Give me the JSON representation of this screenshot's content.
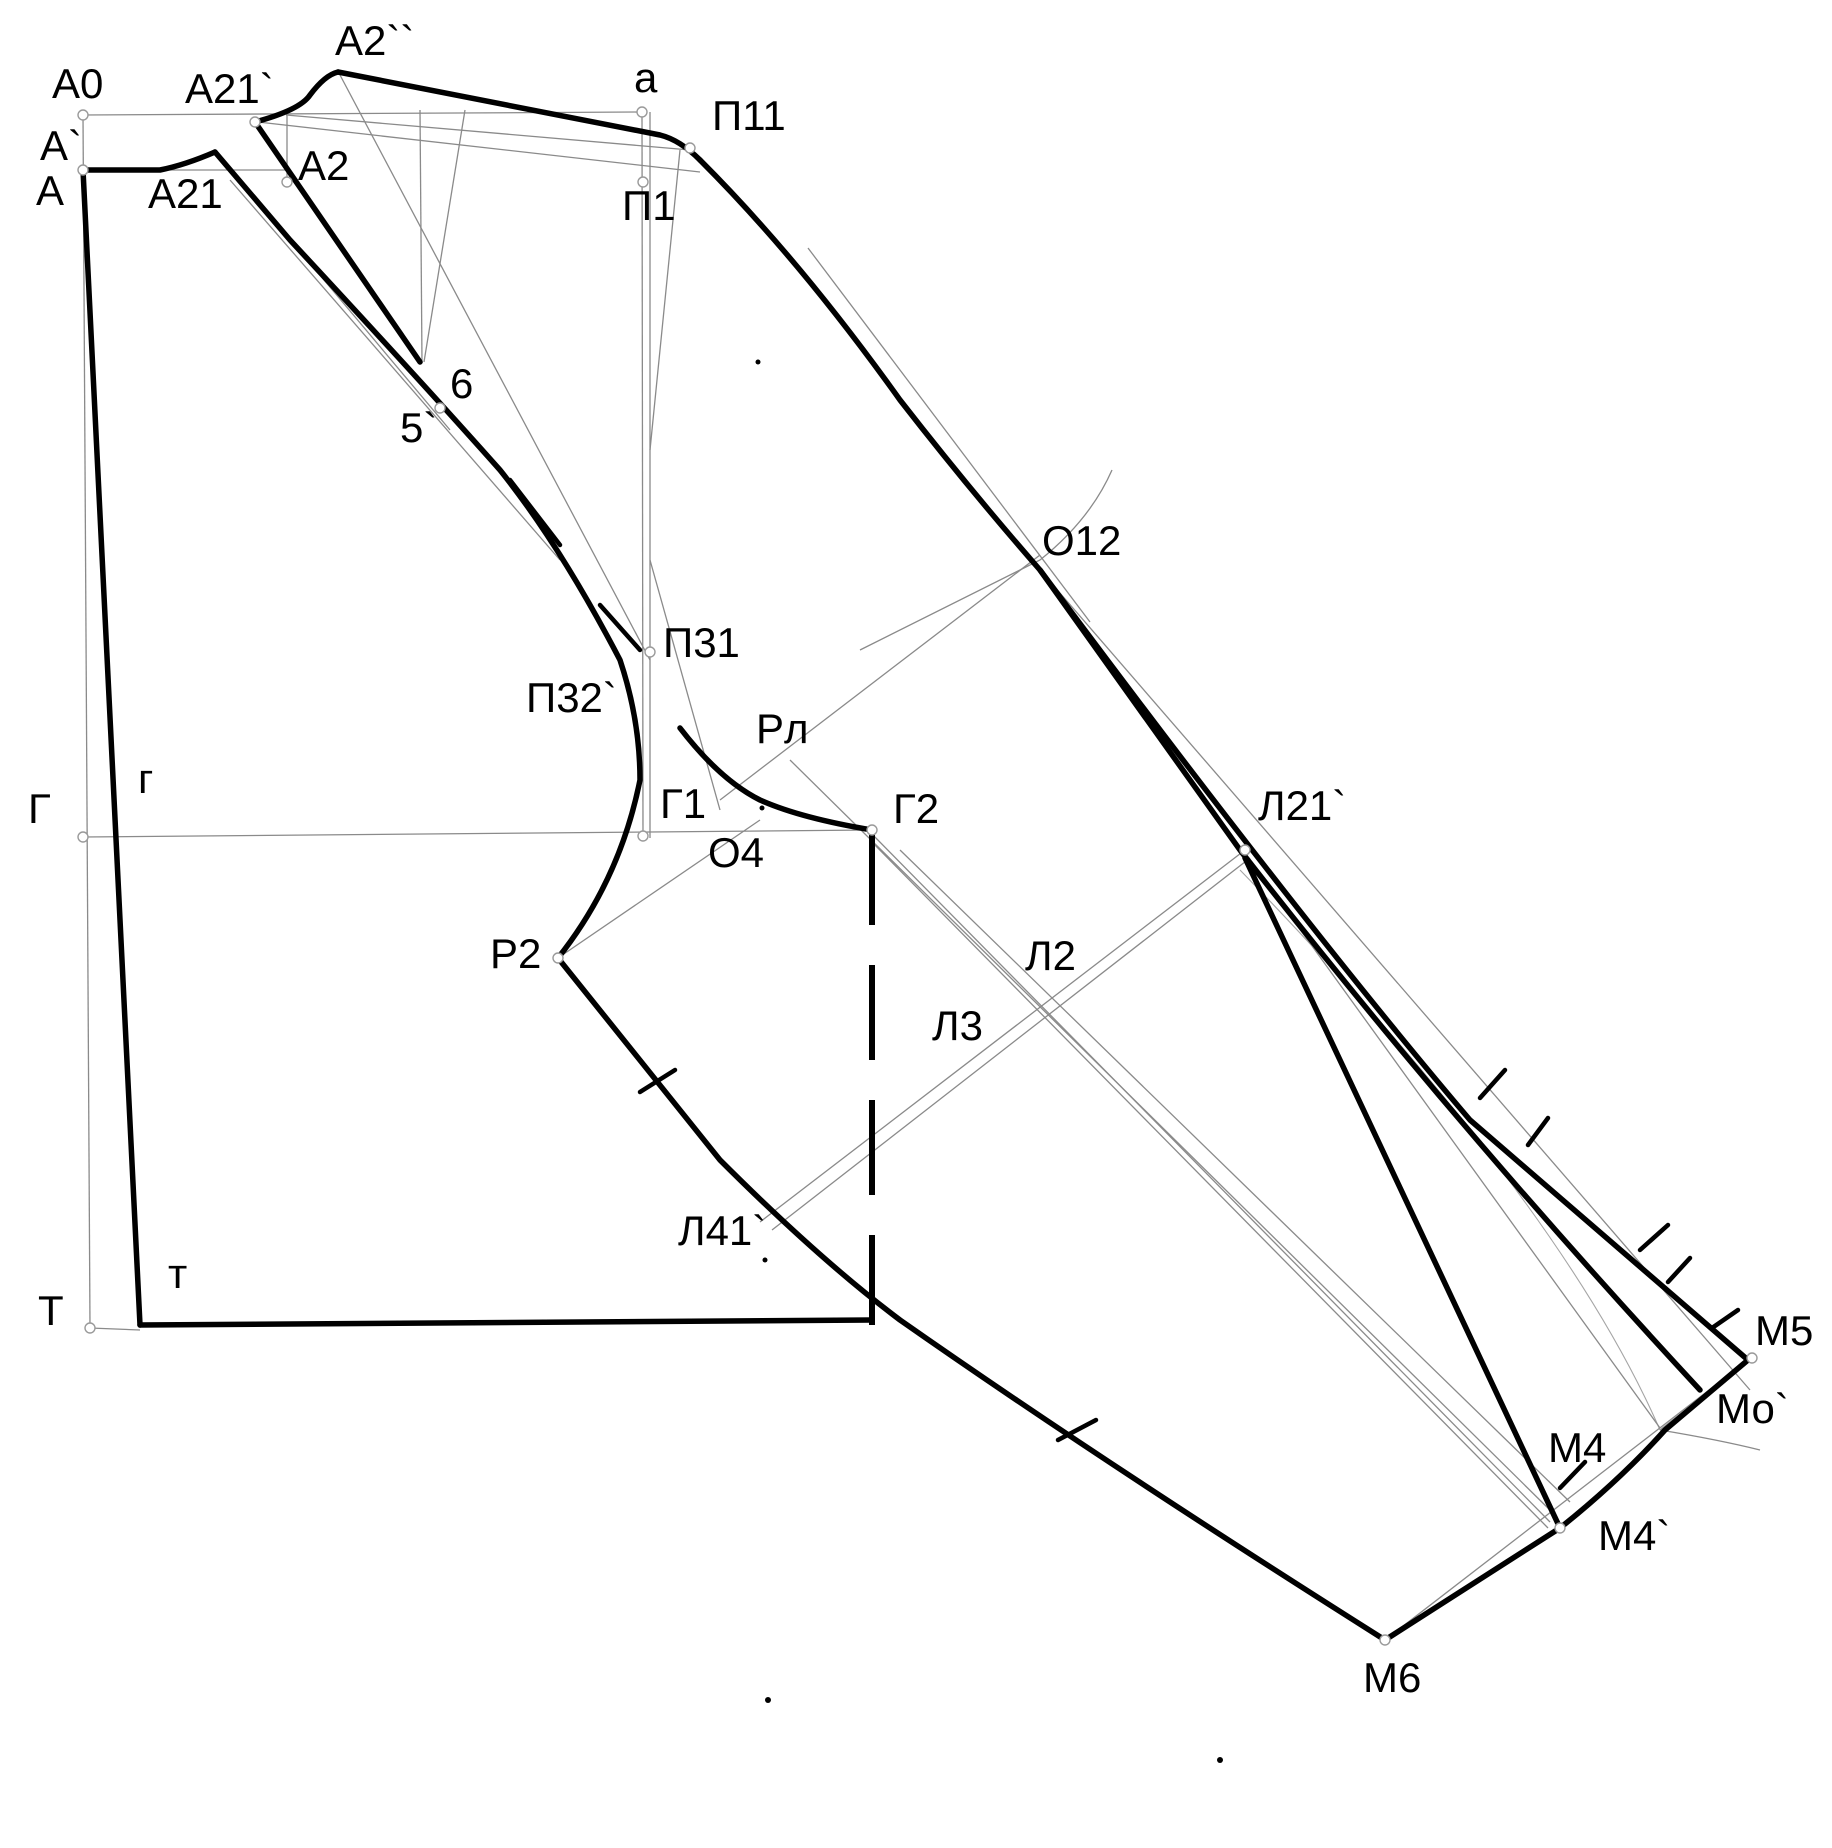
{
  "labels": {
    "A0": "А0",
    "A_top": "А`",
    "A": "А",
    "A21_prime": "А21`",
    "A2_dprime": "А2``",
    "a": "а",
    "P11": "П11",
    "A2": "А2",
    "A21": "А21",
    "P1": "П1",
    "n6": "6",
    "n5": "5`",
    "O12": "О12",
    "P31": "П31",
    "P32": "П32`",
    "Rl": "Рл",
    "G": "Г",
    "g": "г",
    "G1": "Г1",
    "G2": "Г2",
    "O4": "О4",
    "L21": "Л21`",
    "P2": "Р2",
    "L2": "Л2",
    "L3": "Л3",
    "L41": "Л41`",
    "T": "Т",
    "t": "т",
    "M5": "М5",
    "Mo": "Мо`",
    "M4": "М4",
    "M4p": "М4`",
    "M6": "М6"
  },
  "colors": {
    "outline": "#000000",
    "construction": "#8a8a8a",
    "background": "#ffffff"
  }
}
